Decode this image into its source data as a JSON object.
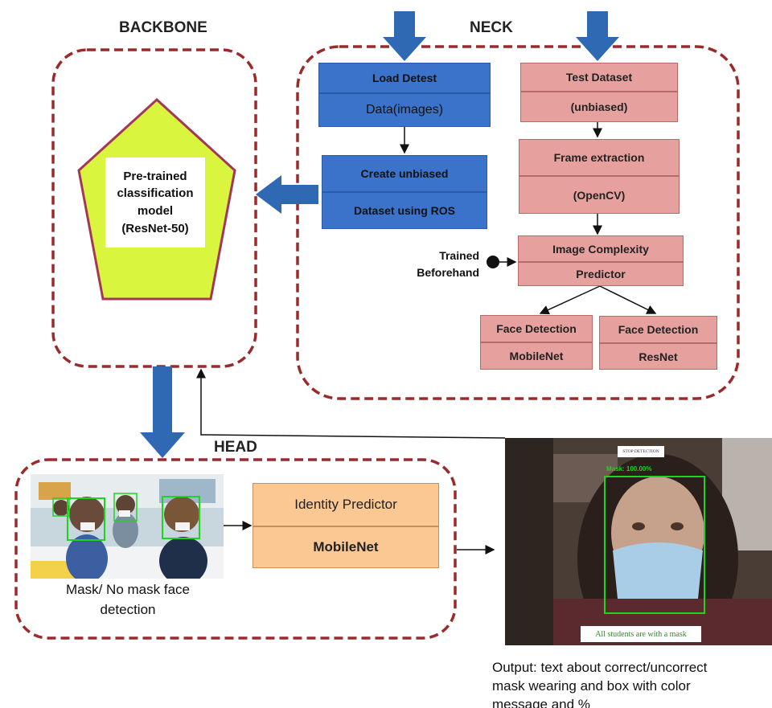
{
  "titles": {
    "backbone": "BACKBONE",
    "neck": "NECK",
    "head": "HEAD"
  },
  "backbone": {
    "model_lines": [
      "Pre-trained",
      "classification",
      "model",
      "(ResNet-50)"
    ]
  },
  "neck": {
    "load": {
      "top": "Load Detest",
      "bottom": "Data(images)"
    },
    "create": {
      "top": "Create unbiased",
      "bottom": "Dataset using ROS"
    },
    "test": {
      "top": "Test Dataset",
      "bottom": "(unbiased)"
    },
    "frame": {
      "top": "Frame extraction",
      "bottom": "(OpenCV)"
    },
    "complexity": {
      "top": "Image Complexity",
      "bottom": "Predictor"
    },
    "face_mobilenet": {
      "top": "Face Detection",
      "bottom": "MobileNet"
    },
    "face_resnet": {
      "top": "Face Detection",
      "bottom": "ResNet"
    },
    "trained": {
      "line1": "Trained",
      "line2": "Beforehand"
    }
  },
  "head": {
    "identity": {
      "top": "Identity Predictor",
      "bottom": "MobileNet"
    },
    "caption_line1": "Mask/ No mask face",
    "caption_line2": "detection"
  },
  "output": {
    "stop_button": "STOP DETECTION",
    "mask_label": "Mask: 100.00%",
    "banner": "All students are with a mask",
    "caption_line1": "Output:  text about correct/uncorrect",
    "caption_line2": "mask wearing and box with color",
    "caption_line3": "message and %"
  },
  "colors": {
    "dashed_border": "#9b2b2b",
    "arrow_fill": "#2f68b3",
    "blue_box": "#3a73c9",
    "pink_box": "#e6a19f",
    "orange_box": "#fbc793",
    "pentagon_fill": "#d9f53d",
    "pentagon_stroke": "#a3375a",
    "detection_box": "#1ed51e"
  }
}
